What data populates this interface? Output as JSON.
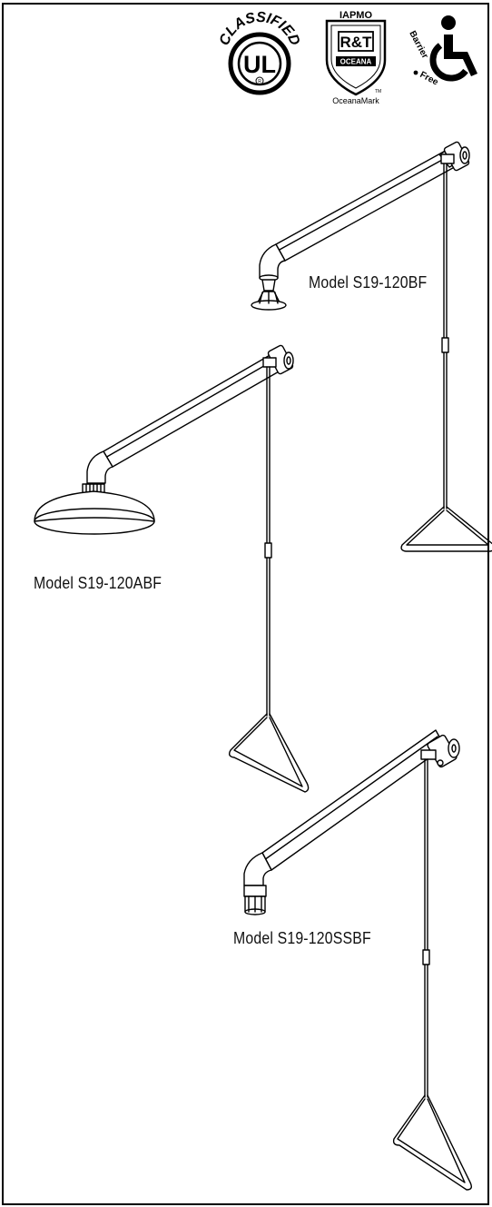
{
  "certifications": {
    "ul": {
      "arc_text": "CLASSIFIED",
      "mark": "UL",
      "registered": "R"
    },
    "iapmo": {
      "top": "IAPMO",
      "center": "R&T",
      "band": "OCEANA",
      "tm": "TM",
      "caption": "OceanaMark"
    },
    "barrier_free": {
      "text_1": "Barrier",
      "text_2": "Free",
      "icon": "wheelchair-icon"
    }
  },
  "models": [
    {
      "label": "Model S19-120BF"
    },
    {
      "label": "Model S19-120ABF"
    },
    {
      "label": "Model S19-120SSBF"
    }
  ]
}
